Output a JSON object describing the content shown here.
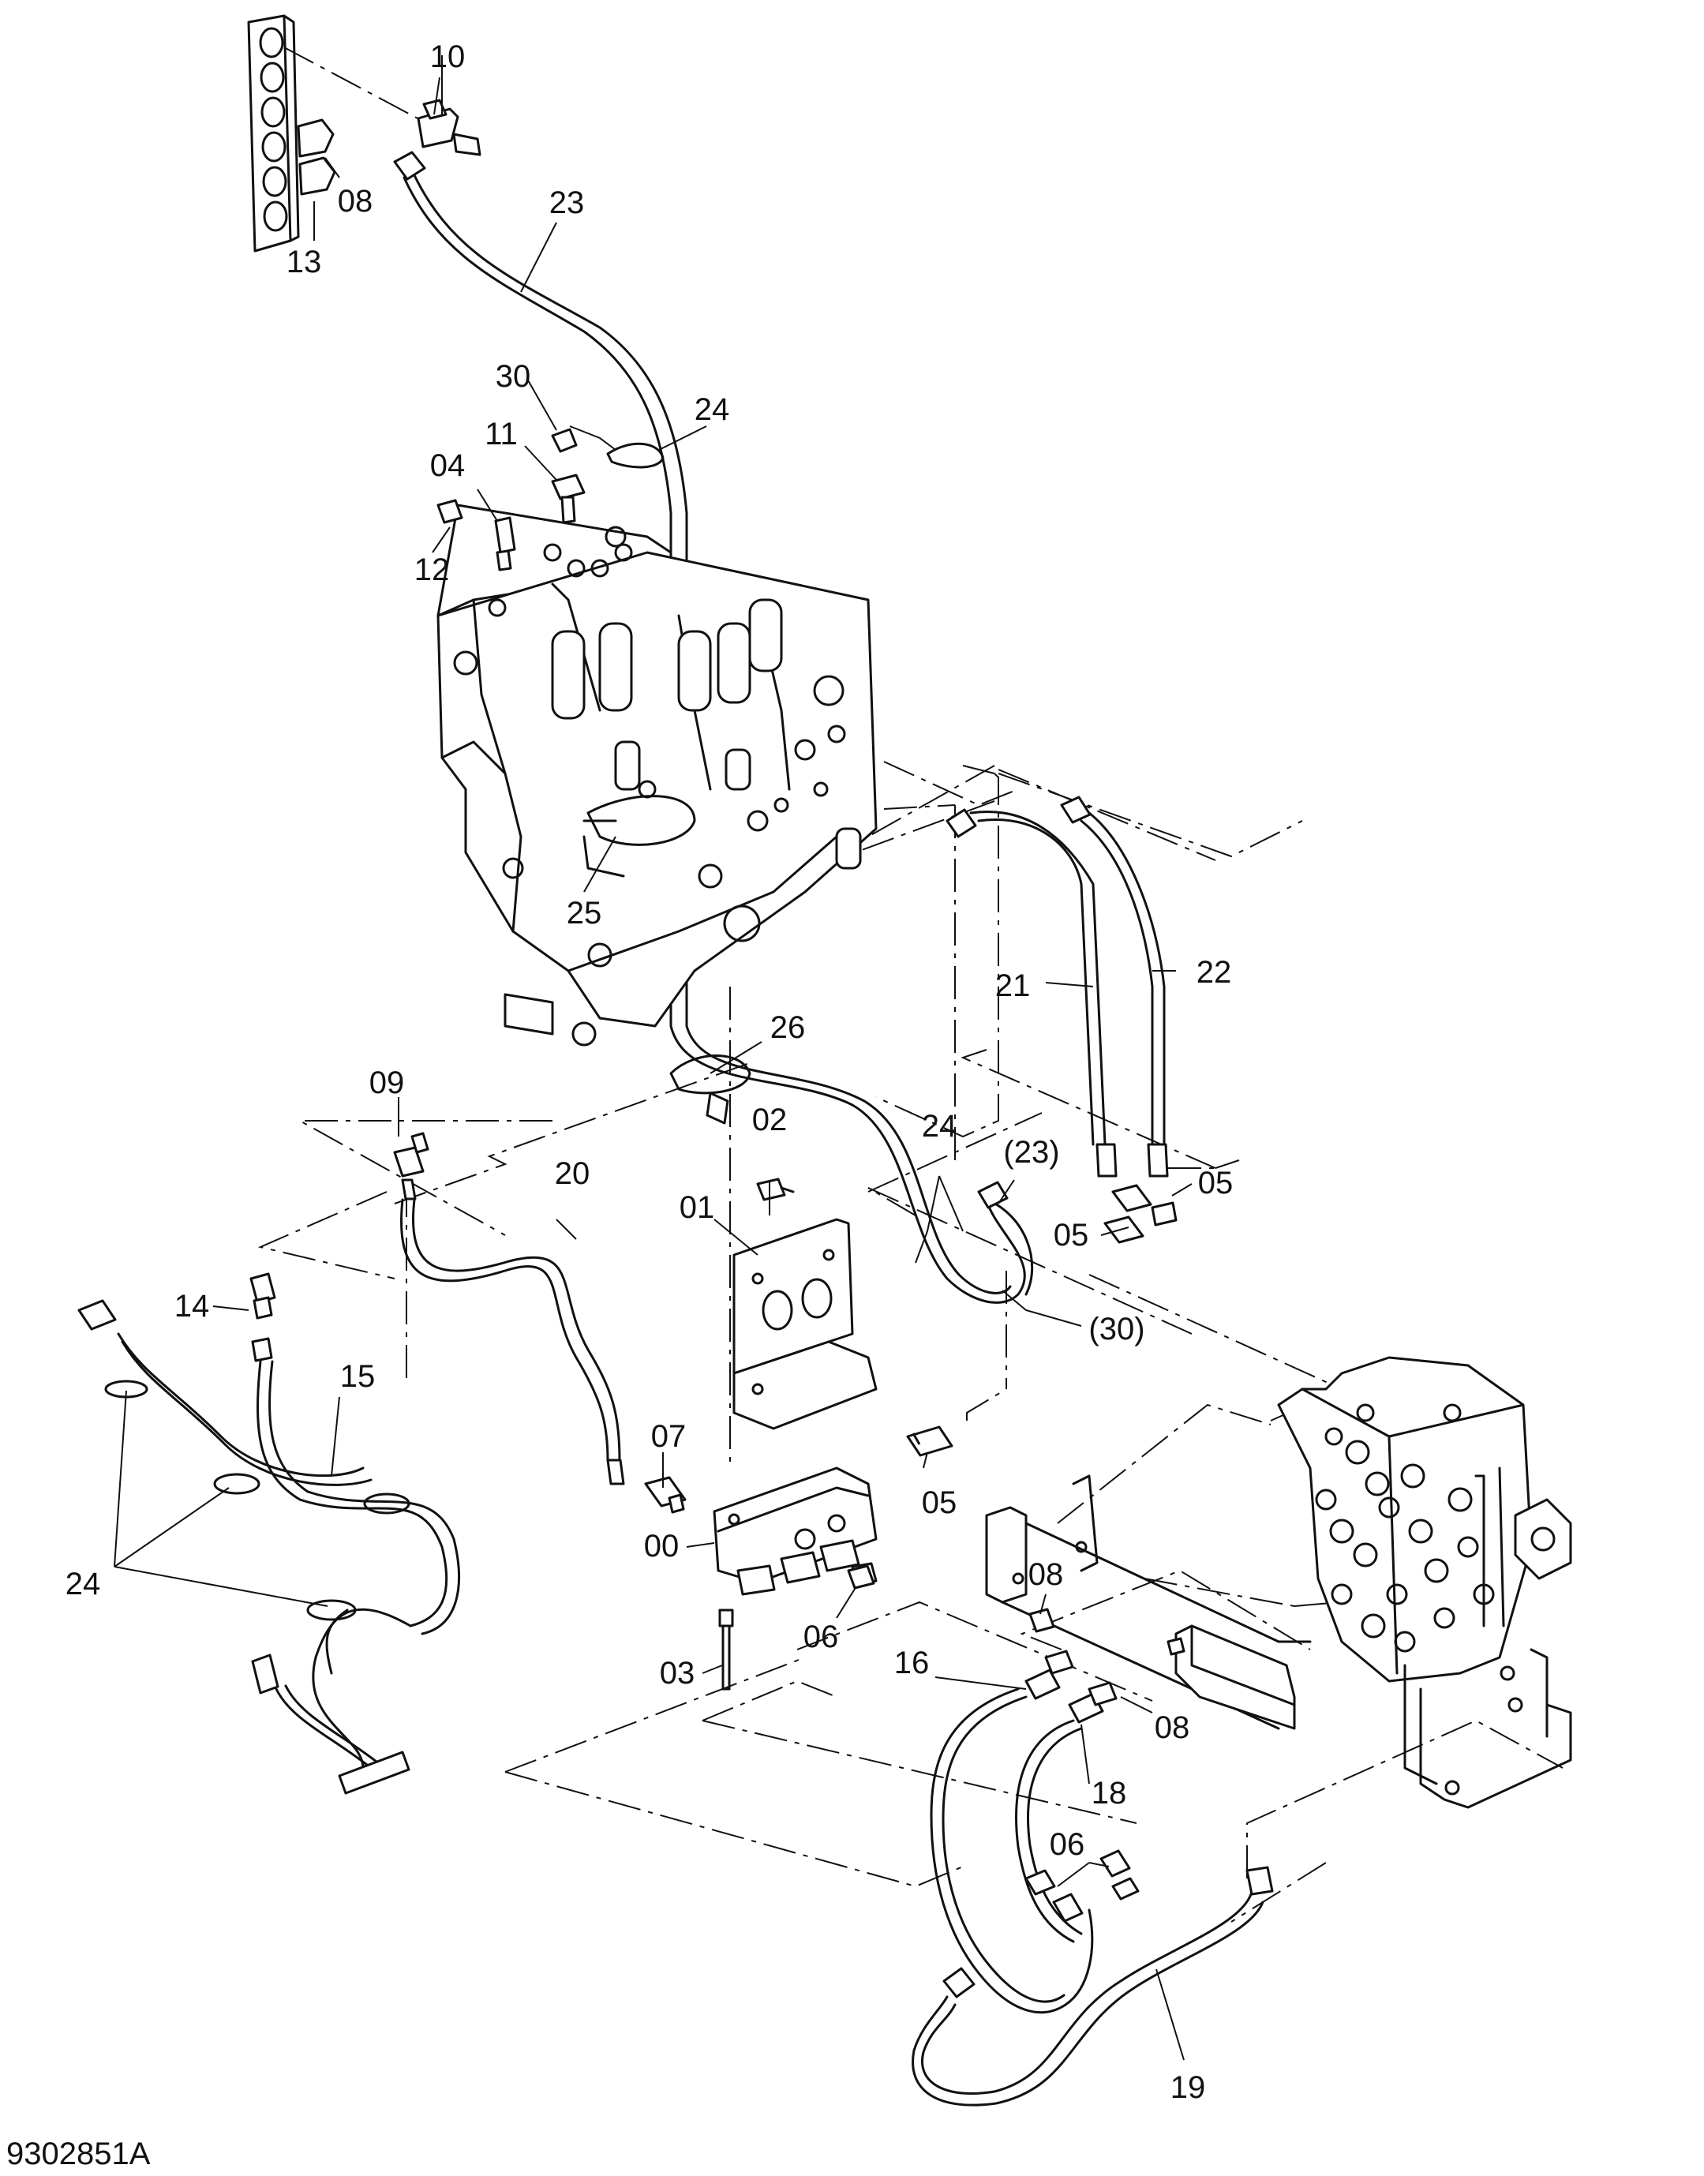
{
  "drawing_number": "9302851A",
  "callouts": [
    {
      "id": "lbl-10",
      "text": "10"
    },
    {
      "id": "lbl-08-a",
      "text": "08"
    },
    {
      "id": "lbl-13",
      "text": "13"
    },
    {
      "id": "lbl-23",
      "text": "23"
    },
    {
      "id": "lbl-30",
      "text": "30"
    },
    {
      "id": "lbl-24-a",
      "text": "24"
    },
    {
      "id": "lbl-11",
      "text": "11"
    },
    {
      "id": "lbl-04",
      "text": "04"
    },
    {
      "id": "lbl-12",
      "text": "12"
    },
    {
      "id": "lbl-25",
      "text": "25"
    },
    {
      "id": "lbl-21",
      "text": "21"
    },
    {
      "id": "lbl-22",
      "text": "22"
    },
    {
      "id": "lbl-26",
      "text": "26"
    },
    {
      "id": "lbl-09",
      "text": "09"
    },
    {
      "id": "lbl-02",
      "text": "02"
    },
    {
      "id": "lbl-24-b",
      "text": "24"
    },
    {
      "id": "lbl-23-ref",
      "text": "(23)"
    },
    {
      "id": "lbl-05-a",
      "text": "05"
    },
    {
      "id": "lbl-20",
      "text": "20"
    },
    {
      "id": "lbl-01",
      "text": "01"
    },
    {
      "id": "lbl-05-b",
      "text": "05"
    },
    {
      "id": "lbl-30-ref",
      "text": "(30)"
    },
    {
      "id": "lbl-14",
      "text": "14"
    },
    {
      "id": "lbl-15",
      "text": "15"
    },
    {
      "id": "lbl-07",
      "text": "07"
    },
    {
      "id": "lbl-05-c",
      "text": "05"
    },
    {
      "id": "lbl-00",
      "text": "00"
    },
    {
      "id": "lbl-24-c",
      "text": "24"
    },
    {
      "id": "lbl-08-b",
      "text": "08"
    },
    {
      "id": "lbl-06-a",
      "text": "06"
    },
    {
      "id": "lbl-16",
      "text": "16"
    },
    {
      "id": "lbl-03",
      "text": "03"
    },
    {
      "id": "lbl-08-c",
      "text": "08"
    },
    {
      "id": "lbl-18",
      "text": "18"
    },
    {
      "id": "lbl-06-b",
      "text": "06"
    },
    {
      "id": "lbl-19",
      "text": "19"
    }
  ]
}
